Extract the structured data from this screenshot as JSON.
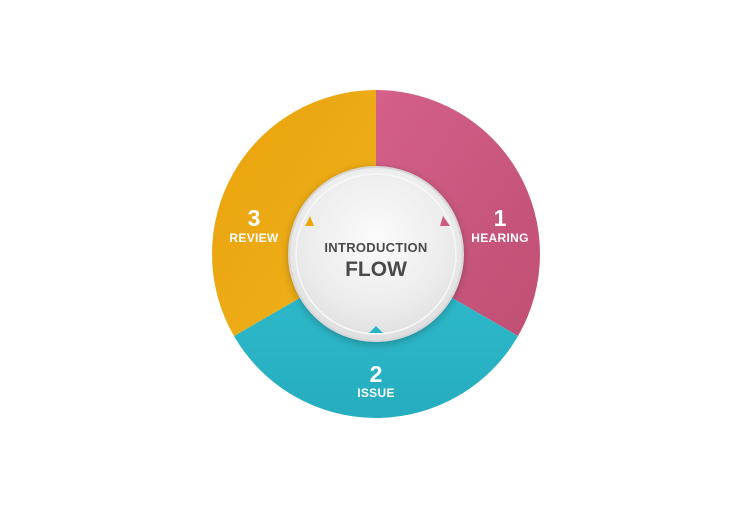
{
  "center": {
    "line1": "INTRODUCTION",
    "line2": "FLOW"
  },
  "segments": [
    {
      "number": "1",
      "label": "HEARING",
      "color": "#cd5a80"
    },
    {
      "number": "2",
      "label": "ISSUE",
      "color": "#2ab5c6"
    },
    {
      "number": "3",
      "label": "REVIEW",
      "color": "#eaa80e"
    }
  ],
  "colors": {
    "hub_fill": "#ececec",
    "hub_border": "#d2d2d2"
  }
}
